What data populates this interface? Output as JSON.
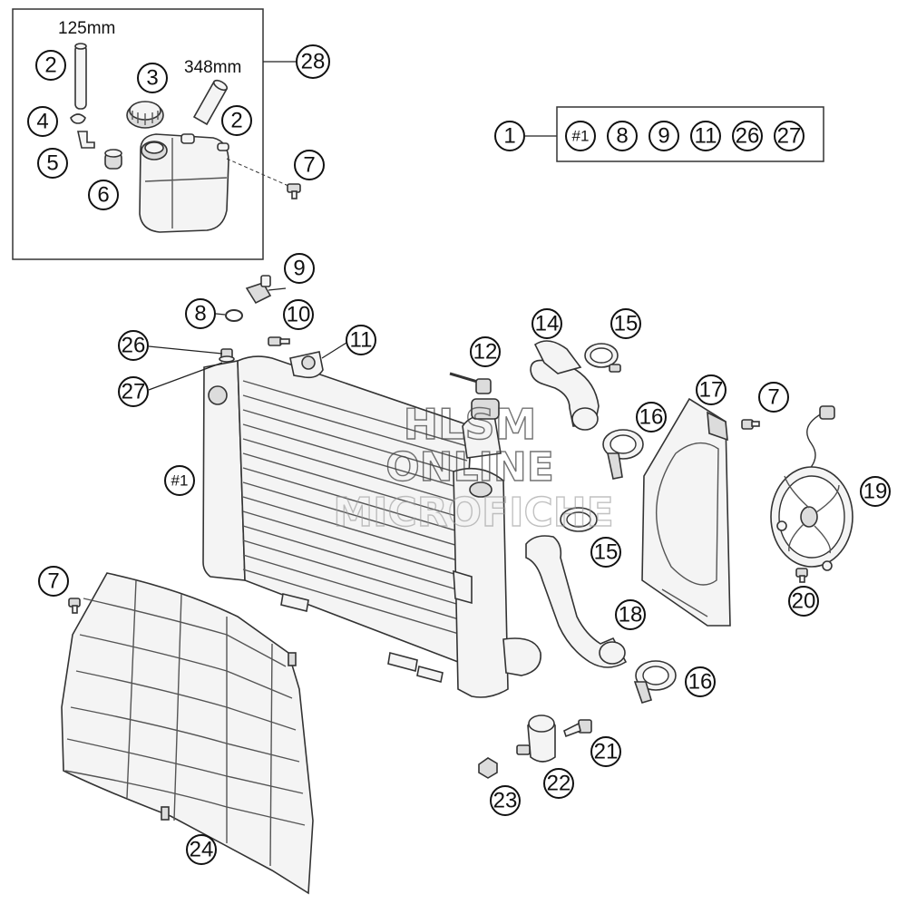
{
  "dimensions": {
    "hose_short": "125mm",
    "hose_long": "348mm"
  },
  "kit_box": {
    "items": [
      "#1",
      "8",
      "9",
      "11",
      "26",
      "27"
    ]
  },
  "callouts": {
    "c1": "1",
    "c2a": "2",
    "c2b": "2",
    "c3": "3",
    "c4": "4",
    "c5": "5",
    "c6": "6",
    "c7a": "7",
    "c7b": "7",
    "c7c": "7",
    "c8": "8",
    "c9": "9",
    "c10": "10",
    "c11": "11",
    "c12": "12",
    "c14": "14",
    "c15a": "15",
    "c15b": "15",
    "c16a": "16",
    "c16b": "16",
    "c17": "17",
    "c18": "18",
    "c19": "19",
    "c20": "20",
    "c21": "21",
    "c22": "22",
    "c23": "23",
    "c24": "24",
    "c26": "26",
    "c27": "27",
    "c28": "28"
  },
  "radiator_label": "#1",
  "watermark": {
    "line1": "HLSM",
    "line2": "ONLINE",
    "line3": "MICROFICHE"
  },
  "colors": {
    "line": "#111111",
    "fill": "#f4f4f4"
  }
}
